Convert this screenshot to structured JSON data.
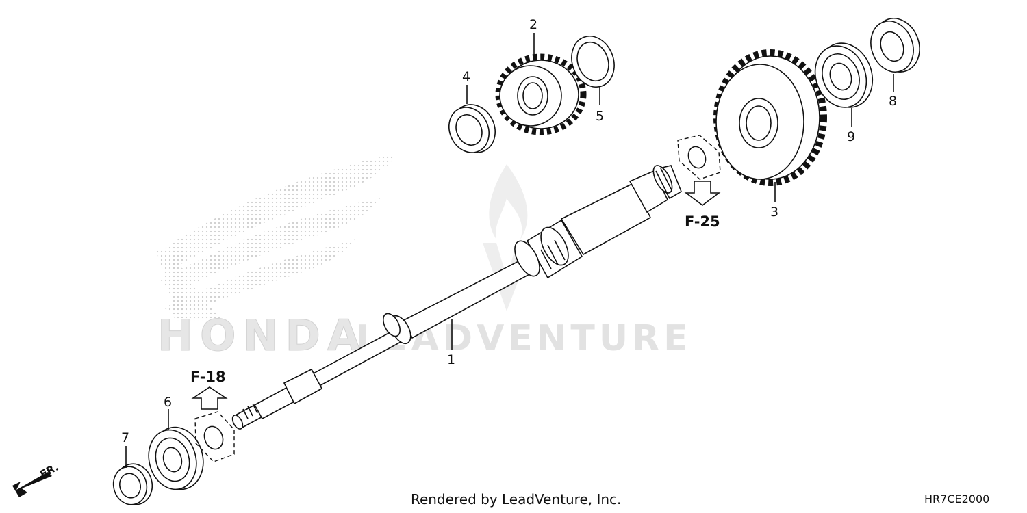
{
  "callouts": {
    "c1": "1",
    "c2": "2",
    "c3": "3",
    "c4": "4",
    "c5": "5",
    "c6": "6",
    "c7": "7",
    "c8": "8",
    "c9": "9"
  },
  "refs": {
    "f18": "F-18",
    "f25": "F-25"
  },
  "front_marker": "FR.",
  "watermark": {
    "brand": "HONDA",
    "dealer": "LEADVENTURE"
  },
  "footer": {
    "rendered_by": "Rendered by LeadVenture, Inc.",
    "diagram_code": "HR7CE2000"
  },
  "colors": {
    "line": "#111111",
    "watermark": "#c8c8c8"
  }
}
